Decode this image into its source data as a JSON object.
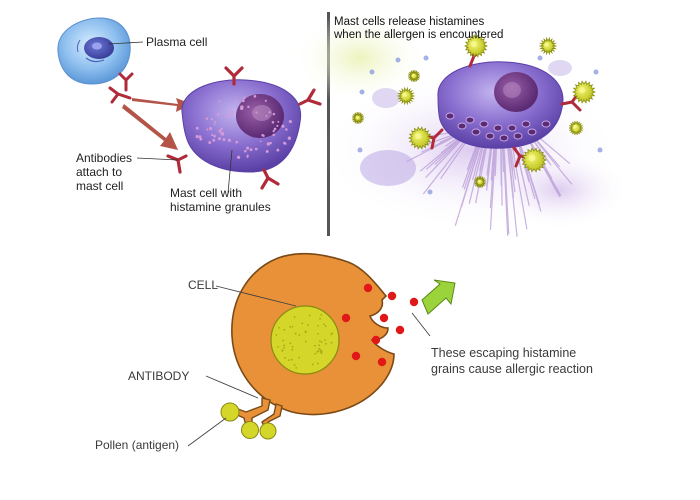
{
  "top_left_panel": {
    "plasma_cell_label": "Plasma cell",
    "antibodies_label": "Antibodies\nattach to\nmast cell",
    "mast_cell_label": "Mast cell with\nhistamine granules"
  },
  "top_right_panel": {
    "caption": "Mast cells release histamines\nwhen the allergen is encountered"
  },
  "bottom_diagram": {
    "cell_label": "CELL",
    "antibody_label": "ANTIBODY",
    "pollen_label": "Pollen (antigen)",
    "histamine_note": "These escaping histamine\ngrains cause allergic reaction"
  },
  "colors": {
    "plasma_cell": "#8fc0ef",
    "mast_cell": "#8a6fd0",
    "antibody": "#b02a3a",
    "allergen": "#d6dc2a",
    "cell_orange": "#e99138",
    "nucleus_yellow": "#d4d62a",
    "histamine_red": "#e01818",
    "arrow_green": "#9ad33a",
    "divider": "#555555"
  }
}
